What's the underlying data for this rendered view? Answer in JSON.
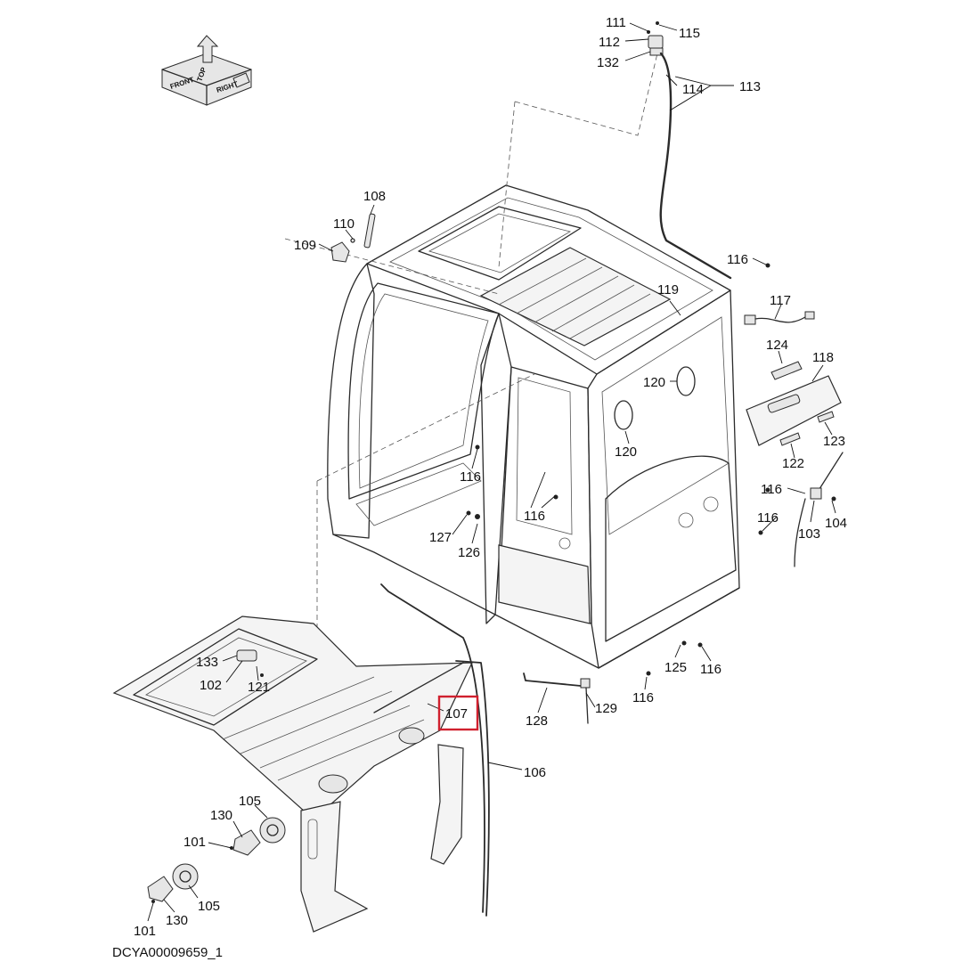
{
  "drawing_id": "DCYA00009659_1",
  "orientation_cube": {
    "front": "FRONT",
    "top": "TOP",
    "right": "RIGHT"
  },
  "callouts": {
    "c101a": "101",
    "c101b": "101",
    "c102": "102",
    "c103": "103",
    "c104": "104",
    "c105a": "105",
    "c105b": "105",
    "c106": "106",
    "c107": "107",
    "c108": "108",
    "c109": "109",
    "c110": "110",
    "c111": "111",
    "c112": "112",
    "c113": "113",
    "c114": "114",
    "c115": "115",
    "c116a": "116",
    "c116b": "116",
    "c116c": "116",
    "c116d": "116",
    "c116e": "116",
    "c116f": "116",
    "c116g": "116",
    "c117": "117",
    "c118": "118",
    "c119": "119",
    "c120a": "120",
    "c120b": "120",
    "c121": "121",
    "c122": "122",
    "c123": "123",
    "c124": "124",
    "c125": "125",
    "c126": "126",
    "c127": "127",
    "c128": "128",
    "c129": "129",
    "c130a": "130",
    "c130b": "130",
    "c132": "132",
    "c133": "133"
  },
  "highlighted_callout": "107",
  "colors": {
    "line": "#2b2b2b",
    "highlight": "#d0202e",
    "background": "#ffffff"
  }
}
